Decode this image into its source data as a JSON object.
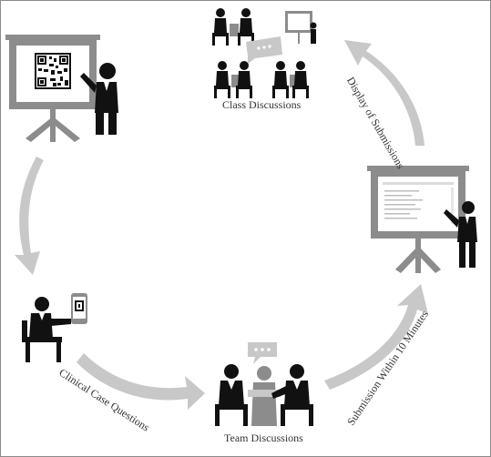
{
  "labels": {
    "class_discussions": "Class Discussions",
    "display_of_submissions": "Display of Submissions",
    "submission_within": "Submission Within 10 Minutes",
    "team_discussions": "Team Discussions",
    "clinical_case_questions": "Clinical Case Questions"
  },
  "colors": {
    "arrow": "#c8c8c8",
    "board": "#8c8c8c",
    "figure": "#111111"
  }
}
